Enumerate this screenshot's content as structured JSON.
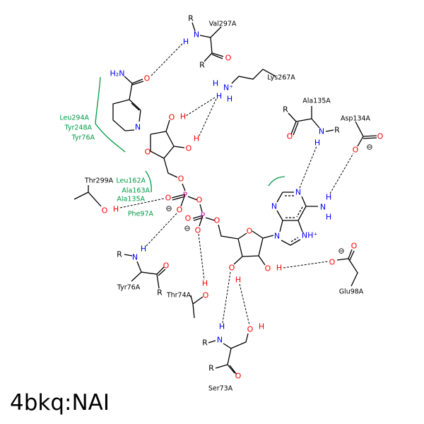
{
  "title": "4bkq:NAI",
  "residues": {
    "val297": "Val297A",
    "lys267": "Lys267A",
    "ala135": "Ala135A",
    "asp134": "Asp134A",
    "thr299": "Thr299A",
    "tyr76": "Tyr76A",
    "thr74": "Thr74A",
    "glu98": "Glu98A",
    "ser73": "Ser73A"
  },
  "hydrophobic": {
    "group1": [
      "Leu294A",
      "Tyr248A",
      "Tyr76A"
    ],
    "group2": [
      "Leu162A",
      "Ala163A",
      "Ala135A",
      "Phe97A"
    ]
  },
  "atoms": {
    "R": "R",
    "N": "N",
    "H": "H",
    "O": "O",
    "P": "P",
    "H2N": "H₂N",
    "Nplus": "N⁺",
    "NHplus": "NH⁺",
    "minus": "⊖"
  },
  "colors": {
    "nitrogen": "#0000ff",
    "oxygen": "#ff0000",
    "phosphorus": "#cc1199",
    "hydrophobic": "#009944"
  }
}
